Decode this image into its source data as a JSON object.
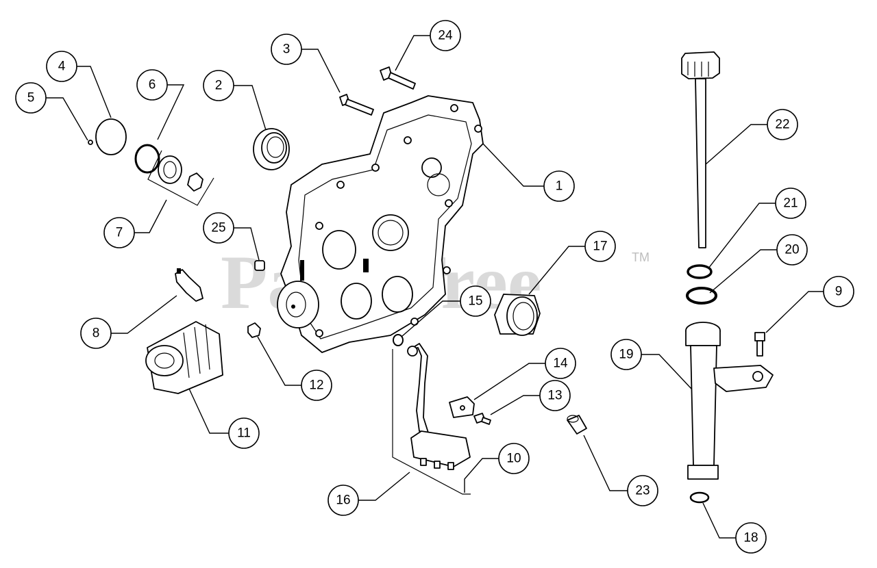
{
  "watermark": {
    "text": "PartsTree",
    "tm": "TM"
  },
  "colors": {
    "line": "#000000",
    "background": "#ffffff",
    "watermark": "#bdbdbd"
  },
  "parts": [
    {
      "id": "crankcase-cover",
      "callout": "1"
    },
    {
      "id": "oil-seal",
      "callout": "2"
    },
    {
      "id": "cover-bolt",
      "callout": "3"
    },
    {
      "id": "breather-cap",
      "callout": "4"
    },
    {
      "id": "cap-screw",
      "callout": "5"
    },
    {
      "id": "o-ring",
      "callout": "6"
    },
    {
      "id": "pump-rotor-kit",
      "callout": "7"
    },
    {
      "id": "pressure-switch",
      "callout": "8"
    },
    {
      "id": "bracket-bolt",
      "callout": "9"
    },
    {
      "id": "pickup-screen",
      "callout": "10"
    },
    {
      "id": "oil-filter",
      "callout": "11"
    },
    {
      "id": "plug",
      "callout": "12"
    },
    {
      "id": "clip-screw",
      "callout": "13"
    },
    {
      "id": "clip",
      "callout": "14"
    },
    {
      "id": "small-o-ring",
      "callout": "15"
    },
    {
      "id": "oil-pickup-tube",
      "callout": "16"
    },
    {
      "id": "bushing",
      "callout": "17"
    },
    {
      "id": "tube-o-ring",
      "callout": "18"
    },
    {
      "id": "dipstick-tube",
      "callout": "19"
    },
    {
      "id": "lower-o-ring",
      "callout": "20"
    },
    {
      "id": "upper-o-ring",
      "callout": "21"
    },
    {
      "id": "dipstick",
      "callout": "22"
    },
    {
      "id": "drain-fitting",
      "callout": "23"
    },
    {
      "id": "long-bolt",
      "callout": "24"
    },
    {
      "id": "dowel-pin",
      "callout": "25"
    }
  ]
}
